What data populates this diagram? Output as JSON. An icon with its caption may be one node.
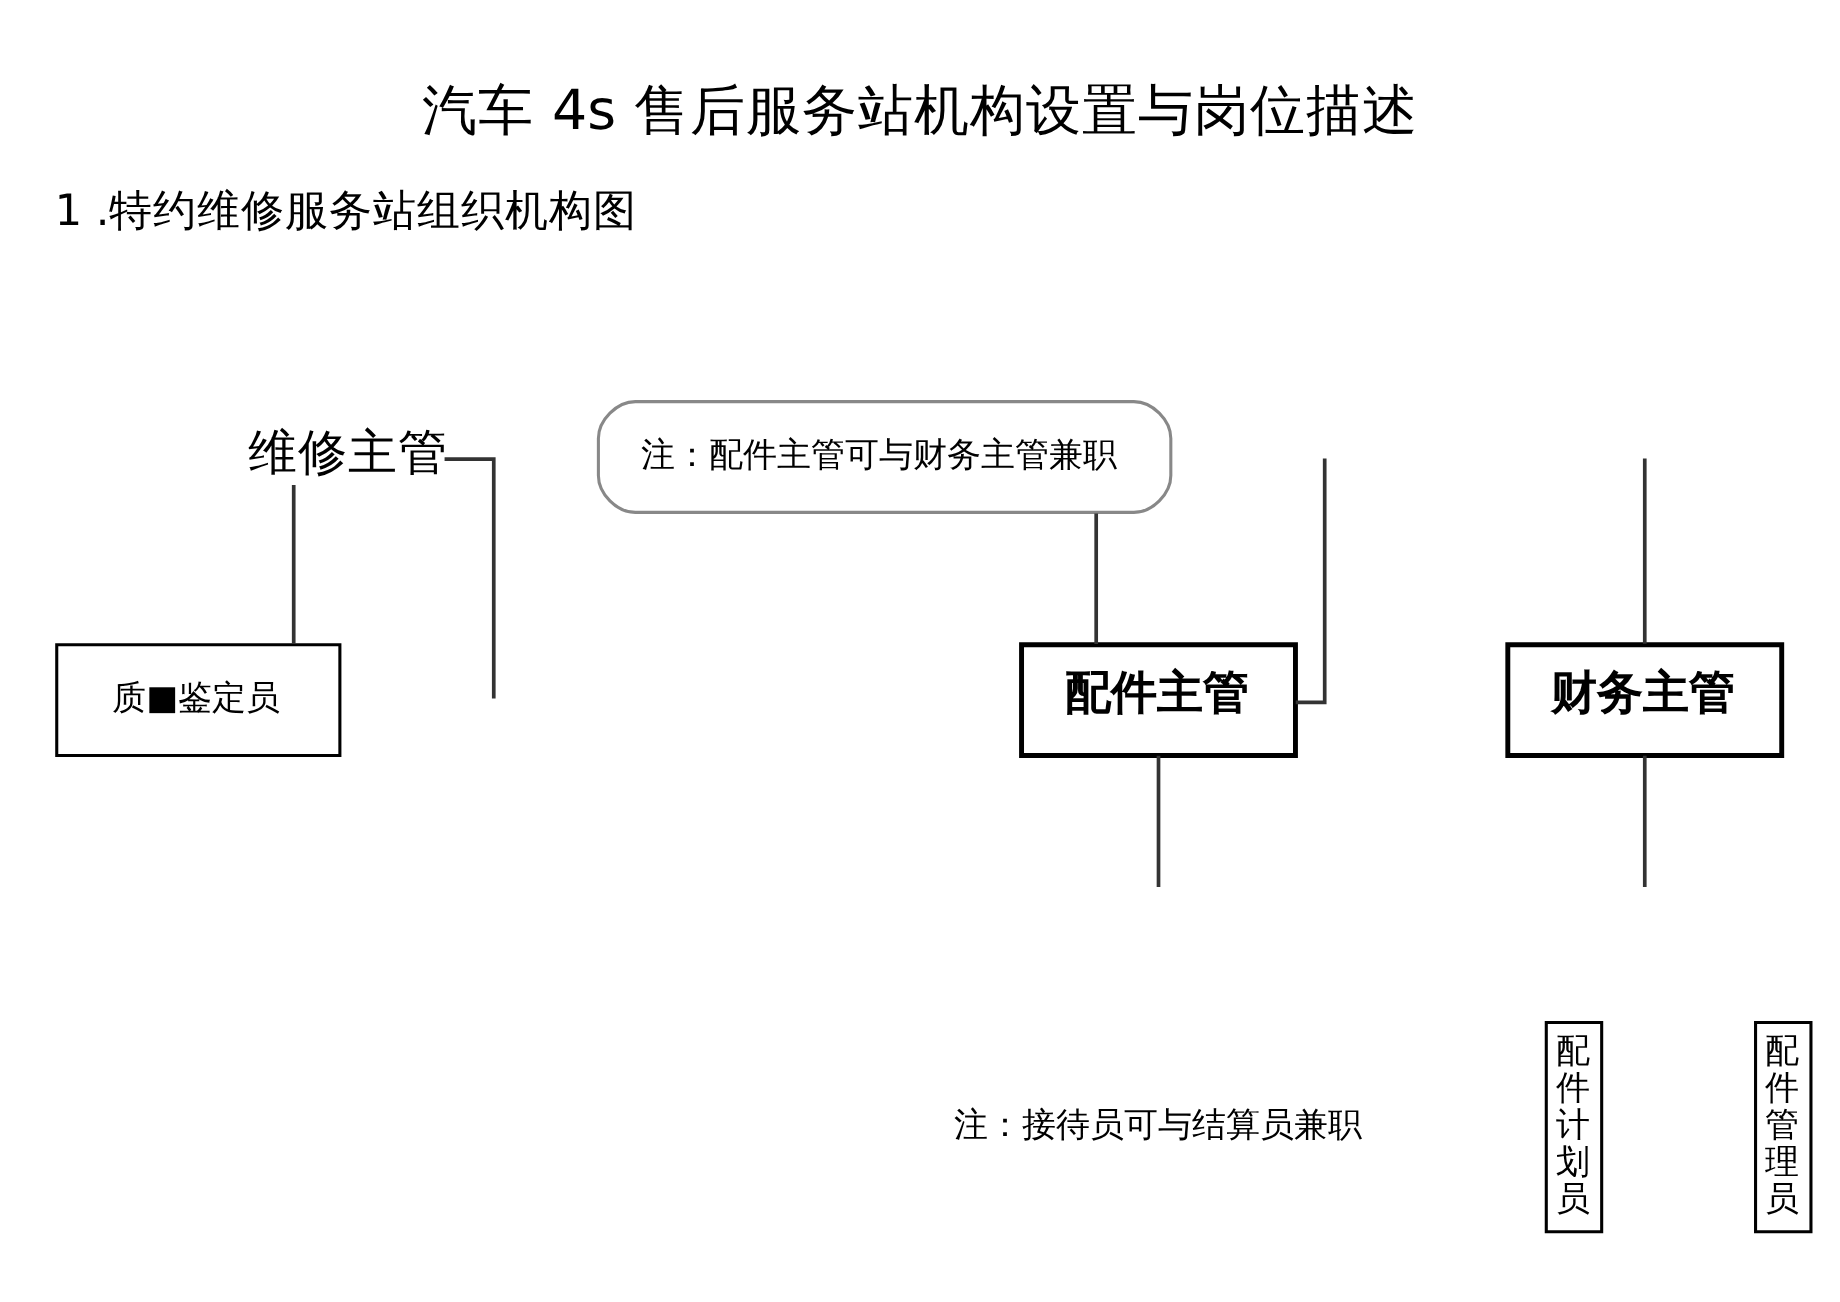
{
  "diagram": {
    "title": "汽车 4s 售后服务站机构设置与岗位描述",
    "nodes": [
      {
        "text": [
          "维修主管"
        ]
      },
      {
        "text": [
          "质■鉴定员"
        ]
      },
      {
        "text": [
          "注：配件主管可与财务主管兼职"
        ]
      },
      {
        "text": [
          "配件主管"
        ]
      },
      {
        "text": [
          "财务主管"
        ]
      },
      {
        "text": [
          "配件计划员"
        ]
      },
      {
        "text": [
          "配件管理员"
        ]
      }
    ],
    "edges": [
      {
        "from": 0,
        "to": 1,
        "arrow": "none"
      },
      {
        "from": 0,
        "to": null,
        "arrow": "none"
      },
      {
        "from": null,
        "to": 3,
        "arrow": "none"
      },
      {
        "from": null,
        "to": 4,
        "arrow": "none"
      },
      {
        "from": 2,
        "to": 3,
        "arrow": "none"
      },
      {
        "from": 3,
        "to": null,
        "arrow": "none"
      },
      {
        "from": 4,
        "to": null,
        "arrow": "none"
      }
    ],
    "labels": [
      "1 .特约维修服务站组织机构图",
      "注：接待员可与结算员兼职"
    ]
  }
}
